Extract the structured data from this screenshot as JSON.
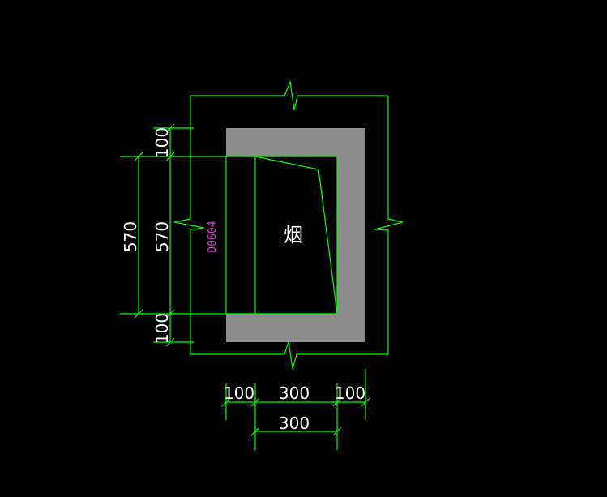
{
  "drawing": {
    "room_label": "烟",
    "tag_label": "D0604",
    "colors": {
      "background": "#000000",
      "line": "#00ff00",
      "wall": "#8c8c8c",
      "tag": "#d23cd2",
      "text": "#ffffff"
    },
    "dimensions": {
      "left_outer_top": "100",
      "left_outer_mid": "570",
      "left_outer_bottom": "100",
      "left_inner_mid": "570",
      "bottom_left": "100",
      "bottom_mid": "300",
      "bottom_right": "100",
      "bottom_second": "300"
    }
  }
}
